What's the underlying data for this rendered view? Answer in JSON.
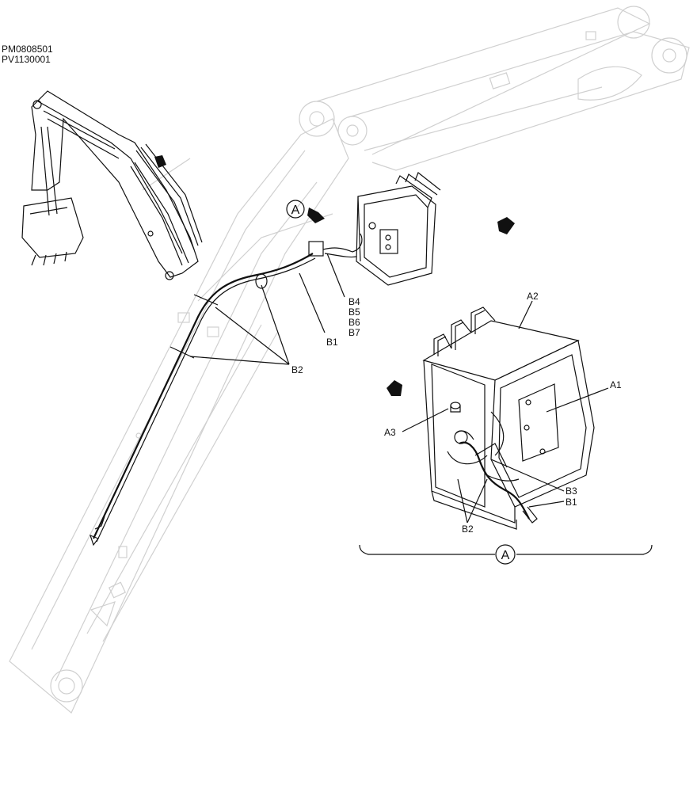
{
  "doc_refs": [
    "PM0808501",
    "PV1130001"
  ],
  "detail_marker": "A",
  "labels": {
    "b4": "B4",
    "b5": "B5",
    "b6": "B6",
    "b7": "B7",
    "b1_main": "B1",
    "b2_main": "B2",
    "a1": "A1",
    "a2": "A2",
    "a3": "A3",
    "b3": "B3",
    "b1_detail": "B1",
    "b2_detail": "B2"
  },
  "colors": {
    "ink": "#111111",
    "ghost": "#d0d0d0"
  }
}
